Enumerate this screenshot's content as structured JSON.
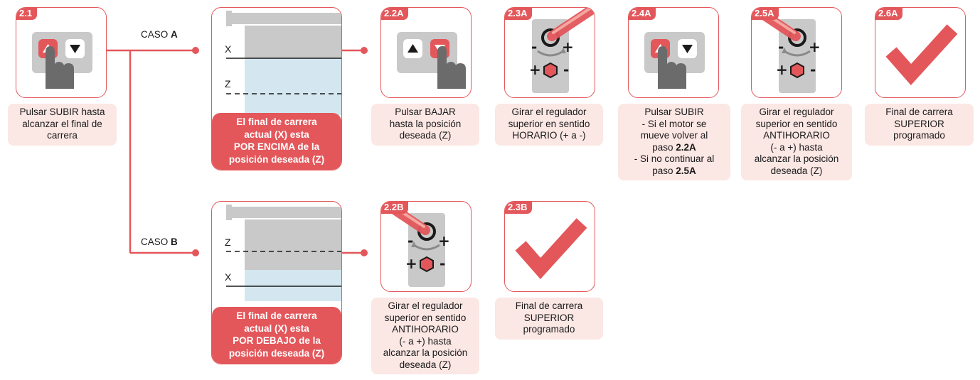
{
  "colors": {
    "accent": "#e3575b",
    "caption_bg": "#fbe7e4",
    "shade_grey": "#c9c9c9",
    "shade_blue": "#d4e7f0"
  },
  "step_start": {
    "tag": "2.1",
    "caption": [
      "Pulsar SUBIR hasta",
      "alcanzar el final de",
      "carrera"
    ],
    "icon": "remote-up-press-icon"
  },
  "case_a": {
    "label": "CASO",
    "letter": "A",
    "diagram": {
      "top_marker": "X",
      "bottom_marker": "Z",
      "note": [
        "El final de carrera",
        "actual (X) esta",
        "POR ENCIMA de la",
        "posición deseada (Z)"
      ]
    },
    "steps": [
      {
        "tag": "2.2A",
        "icon": "remote-down-press-icon",
        "caption": [
          "Pulsar BAJAR",
          "hasta la posición",
          "deseada (Z)"
        ]
      },
      {
        "tag": "2.3A",
        "icon": "regulator-clockwise-icon",
        "caption": [
          "Girar el regulador",
          "superior en sentido",
          "HORARIO (+ a -)"
        ]
      },
      {
        "tag": "2.4A",
        "icon": "remote-up-press-icon",
        "caption": [
          "Pulsar SUBIR",
          "- Si el motor se",
          "mueve volver al",
          "paso",
          "2.2A",
          "- Si no continuar al",
          "paso",
          "2.5A"
        ]
      },
      {
        "tag": "2.5A",
        "icon": "regulator-counterclockwise-icon",
        "caption": [
          "Girar el regulador",
          "superior en sentido",
          "ANTIHORARIO",
          "(- a +) hasta",
          "alcanzar la posición",
          "deseada (Z)"
        ]
      },
      {
        "tag": "2.6A",
        "icon": "checkmark-icon",
        "caption": [
          "Final de carrera",
          "SUPERIOR",
          "programado"
        ]
      }
    ]
  },
  "case_b": {
    "label": "CASO",
    "letter": "B",
    "diagram": {
      "top_marker": "Z",
      "bottom_marker": "X",
      "note": [
        "El final de carrera",
        "actual (X) esta",
        "POR DEBAJO de la",
        "posición deseada (Z)"
      ]
    },
    "steps": [
      {
        "tag": "2.2B",
        "icon": "regulator-counterclockwise-icon",
        "caption": [
          "Girar el regulador",
          "superior en sentido",
          "ANTIHORARIO",
          "(- a +) hasta",
          "alcanzar la posición",
          "deseada (Z)"
        ]
      },
      {
        "tag": "2.3B",
        "icon": "checkmark-icon",
        "caption": [
          "Final de carrera",
          "SUPERIOR",
          "programado"
        ]
      }
    ]
  }
}
